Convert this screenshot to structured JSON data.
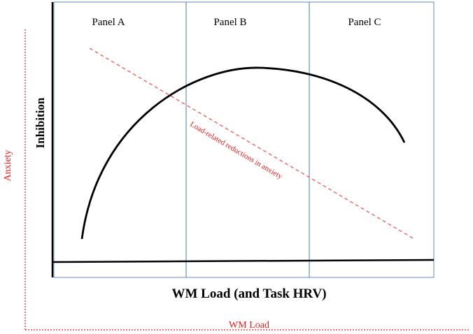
{
  "panels": [
    {
      "label": "Panel A"
    },
    {
      "label": "Panel B"
    },
    {
      "label": "Panel C"
    }
  ],
  "inner_axes": {
    "y_label": "Inhibition",
    "x_label": "WM Load (and Task HRV)"
  },
  "outer_axes": {
    "y_label": "Anxiety",
    "x_label": "WM Load"
  },
  "annotation": {
    "text": "Load-related reductions in anxiety"
  },
  "colors": {
    "panel_border": "#7a9cc6",
    "inverted_u": "#000000",
    "anxiety_trend": "#e35c5c",
    "outer_axes": "#e02020",
    "annotation_text": "#e02020"
  }
}
